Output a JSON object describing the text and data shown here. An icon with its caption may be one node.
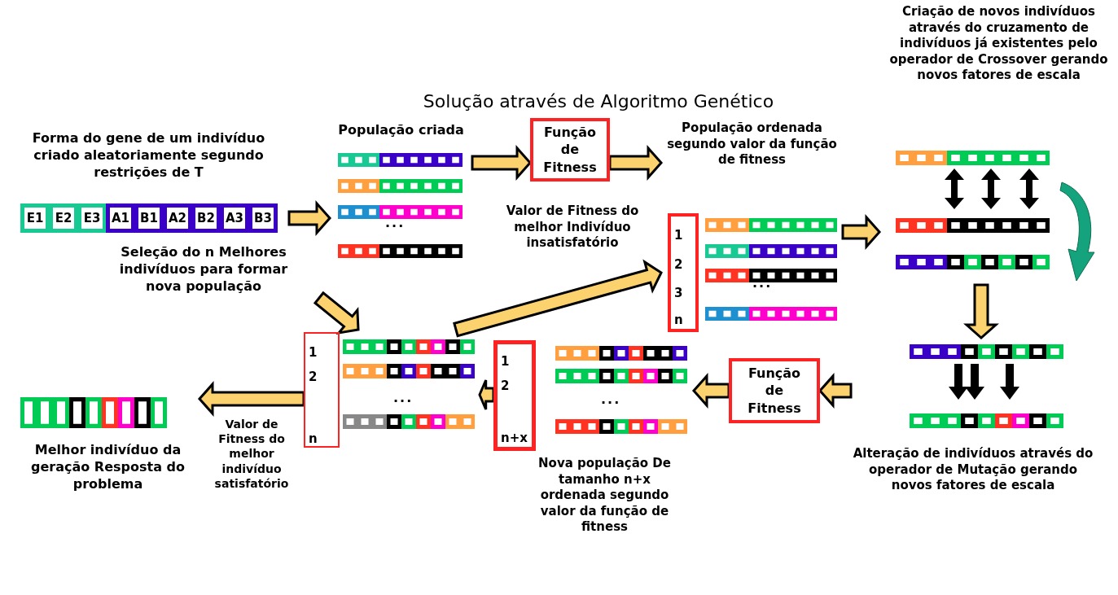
{
  "diagram": {
    "title": "Solução através de Algoritmo Genético",
    "nodes": [
      {
        "text": [
          "Forma do gene de um indivíduo criado aleatoriamente segundo restrições de T",
          "E1",
          "E2",
          "E3",
          "A1",
          "B1",
          "A2",
          "B2",
          "A3",
          "B3"
        ]
      },
      {
        "text": [
          "População criada",
          "..."
        ]
      },
      {
        "text": [
          "Função de Fitness"
        ]
      },
      {
        "text": [
          "População ordenada segundo valor da função de fitness",
          "..."
        ]
      },
      {
        "text": [
          "1",
          "2",
          "3",
          "n"
        ],
        "in": 3
      },
      {
        "text": [
          "Criação de novos indivíduos através do cruzamento de indivíduos já existentes pelo operador de Crossover gerando novos fatores de escala"
        ]
      },
      {
        "text": [
          "Alteração de indivíduos através do operador de Mutação gerando novos fatores de escala"
        ]
      },
      {
        "text": [
          "Função de Fitness"
        ]
      },
      {
        "text": [
          "...",
          "Nova população De tamanho n+x ordenada segundo valor da função de fitness"
        ]
      },
      {
        "text": [
          "1",
          "2",
          "n+x"
        ]
      },
      {
        "text": [
          "..."
        ]
      },
      {
        "text": [
          "1",
          "2",
          "n"
        ]
      },
      {
        "text": [
          "Melhor indivíduo da geração Resposta do problema"
        ]
      }
    ],
    "edges": [
      {
        "from": 0,
        "to": 1,
        "arrow": "to"
      },
      {
        "from": 1,
        "to": 2,
        "arrow": "to"
      },
      {
        "from": 2,
        "to": 3,
        "arrow": "to"
      },
      {
        "from": 10,
        "to": 3,
        "arrow": "to",
        "label": "Valor de Fitness do melhor Indivíduo insatisfatório"
      },
      {
        "from": 3,
        "to": 5,
        "arrow": "to"
      },
      {
        "from": 5,
        "to": 6,
        "arrow": "to"
      },
      {
        "from": 6,
        "to": 7,
        "arrow": "to"
      },
      {
        "from": 7,
        "to": 8,
        "arrow": "to"
      },
      {
        "from": 9,
        "to": 10,
        "arrow": "to"
      },
      {
        "from": 11,
        "to": 12,
        "arrow": "to",
        "label": "Valor de Fitness do melhor indivíduo satisfatório"
      },
      {
        "from": null,
        "to": 10,
        "arrow": "to"
      }
    ],
    "labels": [
      "Seleção do n Melhores indivíduos para formar nova população"
    ]
  }
}
